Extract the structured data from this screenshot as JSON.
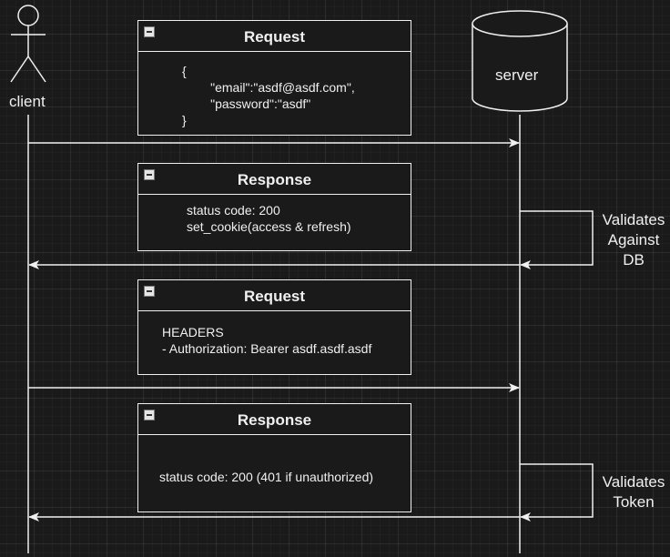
{
  "actors": {
    "client": {
      "label": "client"
    },
    "server": {
      "label": "server"
    }
  },
  "messages": [
    {
      "title": "Request",
      "body": "{\n        \"email\":\"asdf@asdf.com\",\n        \"password\":\"asdf\"\n}"
    },
    {
      "title": "Response",
      "body": "status code: 200\nset_cookie(access & refresh)"
    },
    {
      "title": "Request",
      "body": "HEADERS\n- Authorization: Bearer asdf.asdf.asdf"
    },
    {
      "title": "Response",
      "body": "status code: 200 (401 if unauthorized)"
    }
  ],
  "notes": [
    {
      "text": "Validates\nAgainst\nDB"
    },
    {
      "text": "Validates\nToken"
    }
  ],
  "colors": {
    "background": "#1a1a1a",
    "stroke": "#f0f0f0",
    "grid": "#2a2a2a"
  }
}
